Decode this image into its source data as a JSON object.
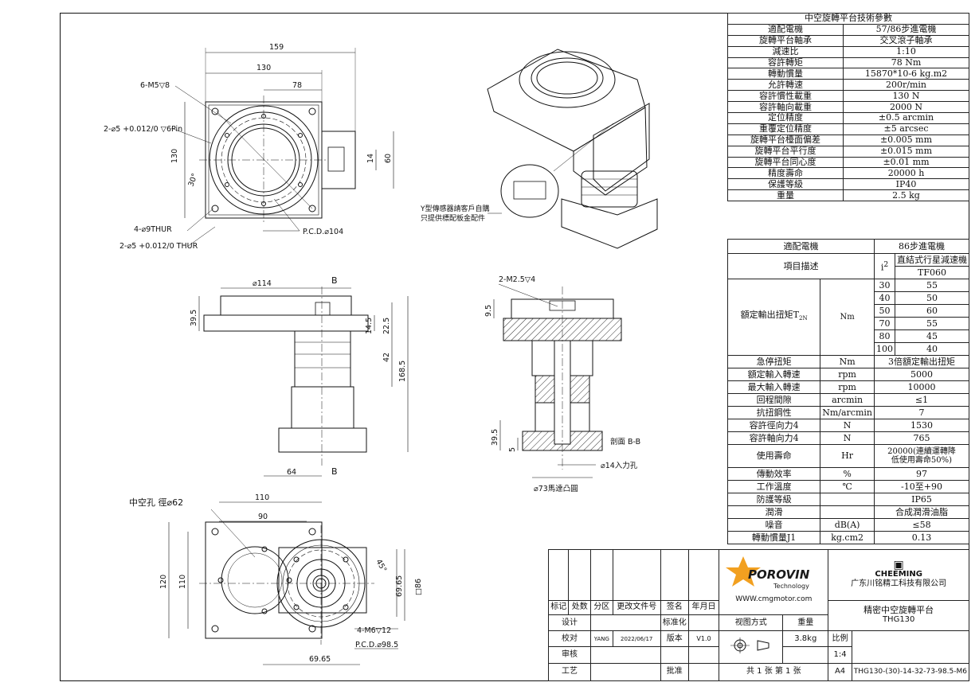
{
  "spec_table": {
    "title": "中空旋轉平台技術參數",
    "rows": [
      [
        "適配電機",
        "57/86步進電機"
      ],
      [
        "旋轉平台軸承",
        "交叉滾子軸承"
      ],
      [
        "減速比",
        "1:10"
      ],
      [
        "容許轉矩",
        "78 Nm"
      ],
      [
        "轉動慣量",
        "15870*10-6 kg.m2"
      ],
      [
        "允許轉速",
        "200r/min"
      ],
      [
        "容許慣性載重",
        "130 N"
      ],
      [
        "容許軸向載重",
        "2000 N"
      ],
      [
        "定位精度",
        "±0.5 arcmin"
      ],
      [
        "重覆定位精度",
        "±5 arcsec"
      ],
      [
        "旋轉平台檯面偏差",
        "±0.005 mm"
      ],
      [
        "旋轉平台平行度",
        "±0.015 mm"
      ],
      [
        "旋轉平台同心度",
        "±0.01 mm"
      ],
      [
        "精度壽命",
        "20000 h"
      ],
      [
        "保護等級",
        "IP40"
      ],
      [
        "重量",
        "2.5 kg"
      ]
    ]
  },
  "reducer_table": {
    "motor_label": "適配電機",
    "motor_value": "86步進電機",
    "item_label": "項目描述",
    "ratio_label": "i",
    "ratio_sup": "2",
    "reducer_name": "直結式行星減速機",
    "reducer_model": "TF060",
    "rated_torque_label": "額定輸出扭矩T",
    "rated_torque_sub": "2N",
    "rated_torque_unit": "Nm",
    "ratios": [
      [
        "30",
        "55"
      ],
      [
        "40",
        "50"
      ],
      [
        "50",
        "60"
      ],
      [
        "70",
        "55"
      ],
      [
        "80",
        "45"
      ],
      [
        "100",
        "40"
      ]
    ],
    "rows": [
      [
        "急停扭矩",
        "Nm",
        "3倍額定輸出扭矩"
      ],
      [
        "額定輸入轉速",
        "rpm",
        "5000"
      ],
      [
        "最大輸入轉速",
        "rpm",
        "10000"
      ],
      [
        "回程間隙",
        "arcmin",
        "≤1"
      ],
      [
        "抗扭鋼性",
        "Nm/arcmin",
        "7"
      ],
      [
        "容許徑向力4",
        "N",
        "1530"
      ],
      [
        "容許軸向力4",
        "N",
        "765"
      ]
    ],
    "life_label": "使用壽命",
    "life_unit": "Hr",
    "life_value_1": "20000(連續運轉降",
    "life_value_2": "低使用壽命50%)",
    "rows2": [
      [
        "傳動效率",
        "%",
        "97"
      ],
      [
        "工作溫度",
        "℃",
        "-10至+90"
      ],
      [
        "防護等級",
        "",
        "IP65"
      ],
      [
        "潤滑",
        "",
        "合成潤滑油脂"
      ],
      [
        "噪音",
        "dB(A)",
        "≤58"
      ],
      [
        "轉動慣量J1",
        "kg.cm2",
        "0.13"
      ]
    ]
  },
  "title_block": {
    "brand_logo": "POROVIN",
    "brand_tech": "Technology",
    "website": "WWW.cmgmotor.com",
    "company_logo": "CHEEMING",
    "company": "广东川铭精工科技有限公司",
    "product_name": "精密中空旋轉平台",
    "product_model": "THG130",
    "drawing_no": "THG130-(30)-14-32-73-98.5-M6",
    "headers": [
      "标记",
      "处数",
      "分区",
      "更改文件号",
      "签名",
      "年月日"
    ],
    "design_label": "设计",
    "standard_label": "标准化",
    "check_label": "校对",
    "drafter": "YANG",
    "date": "2022/06/17",
    "version_label": "版本",
    "version": "V1.0",
    "review_label": "审核",
    "process_label": "工艺",
    "approve_label": "批准",
    "view_label": "视图方式",
    "weight_label": "重量",
    "scale_label": "比例",
    "weight": "3.8kg",
    "scale": "1:4",
    "sheet_info": "共 1 张 第 1 张",
    "paper": "A4"
  },
  "annotations": {
    "dim_159": "159",
    "dim_130": "130",
    "dim_78": "78",
    "holes_m5": "6-M5▽8",
    "pins": "2-⌀5 +0.012/0 ▽6Pin",
    "dim_130v": "130",
    "dim_14": "14",
    "dim_60": "60",
    "angle_30": "30°",
    "thru_9": "4-⌀9THUR",
    "thru_5": "2-⌀5 +0.012/0 THUR",
    "pcd_104": "P.C.D.⌀104",
    "sensor_note_1": "Y型傳感器請客戶自購",
    "sensor_note_2": "只提供標配板金配件",
    "dim_114": "⌀114",
    "sec_b": "B",
    "dim_39_5": "39.5",
    "dim_14_5": "14.5",
    "dim_22_5": "22.5",
    "dim_42": "42",
    "dim_168_5": "168.5",
    "dim_64": "64",
    "m2_5": "2-M2.5▽4",
    "dim_9_5": "9.5",
    "dim_39_5b": "39.5",
    "dim_5": "5",
    "section_label": "剖面 B-B",
    "input_hole": "⌀14入力孔",
    "motor_boss": "⌀73馬達凸圓",
    "hollow": "中空孔 徑⌀62",
    "dim_110": "110",
    "dim_90": "90",
    "dim_120": "120",
    "dim_110v": "110",
    "dim_69_65": "69.65",
    "dim_86": "□86",
    "angle_45": "45°",
    "m6": "4-M6▽12",
    "pcd_98_5": "P.C.D.⌀98.5",
    "dim_69_65h": "69.65"
  }
}
